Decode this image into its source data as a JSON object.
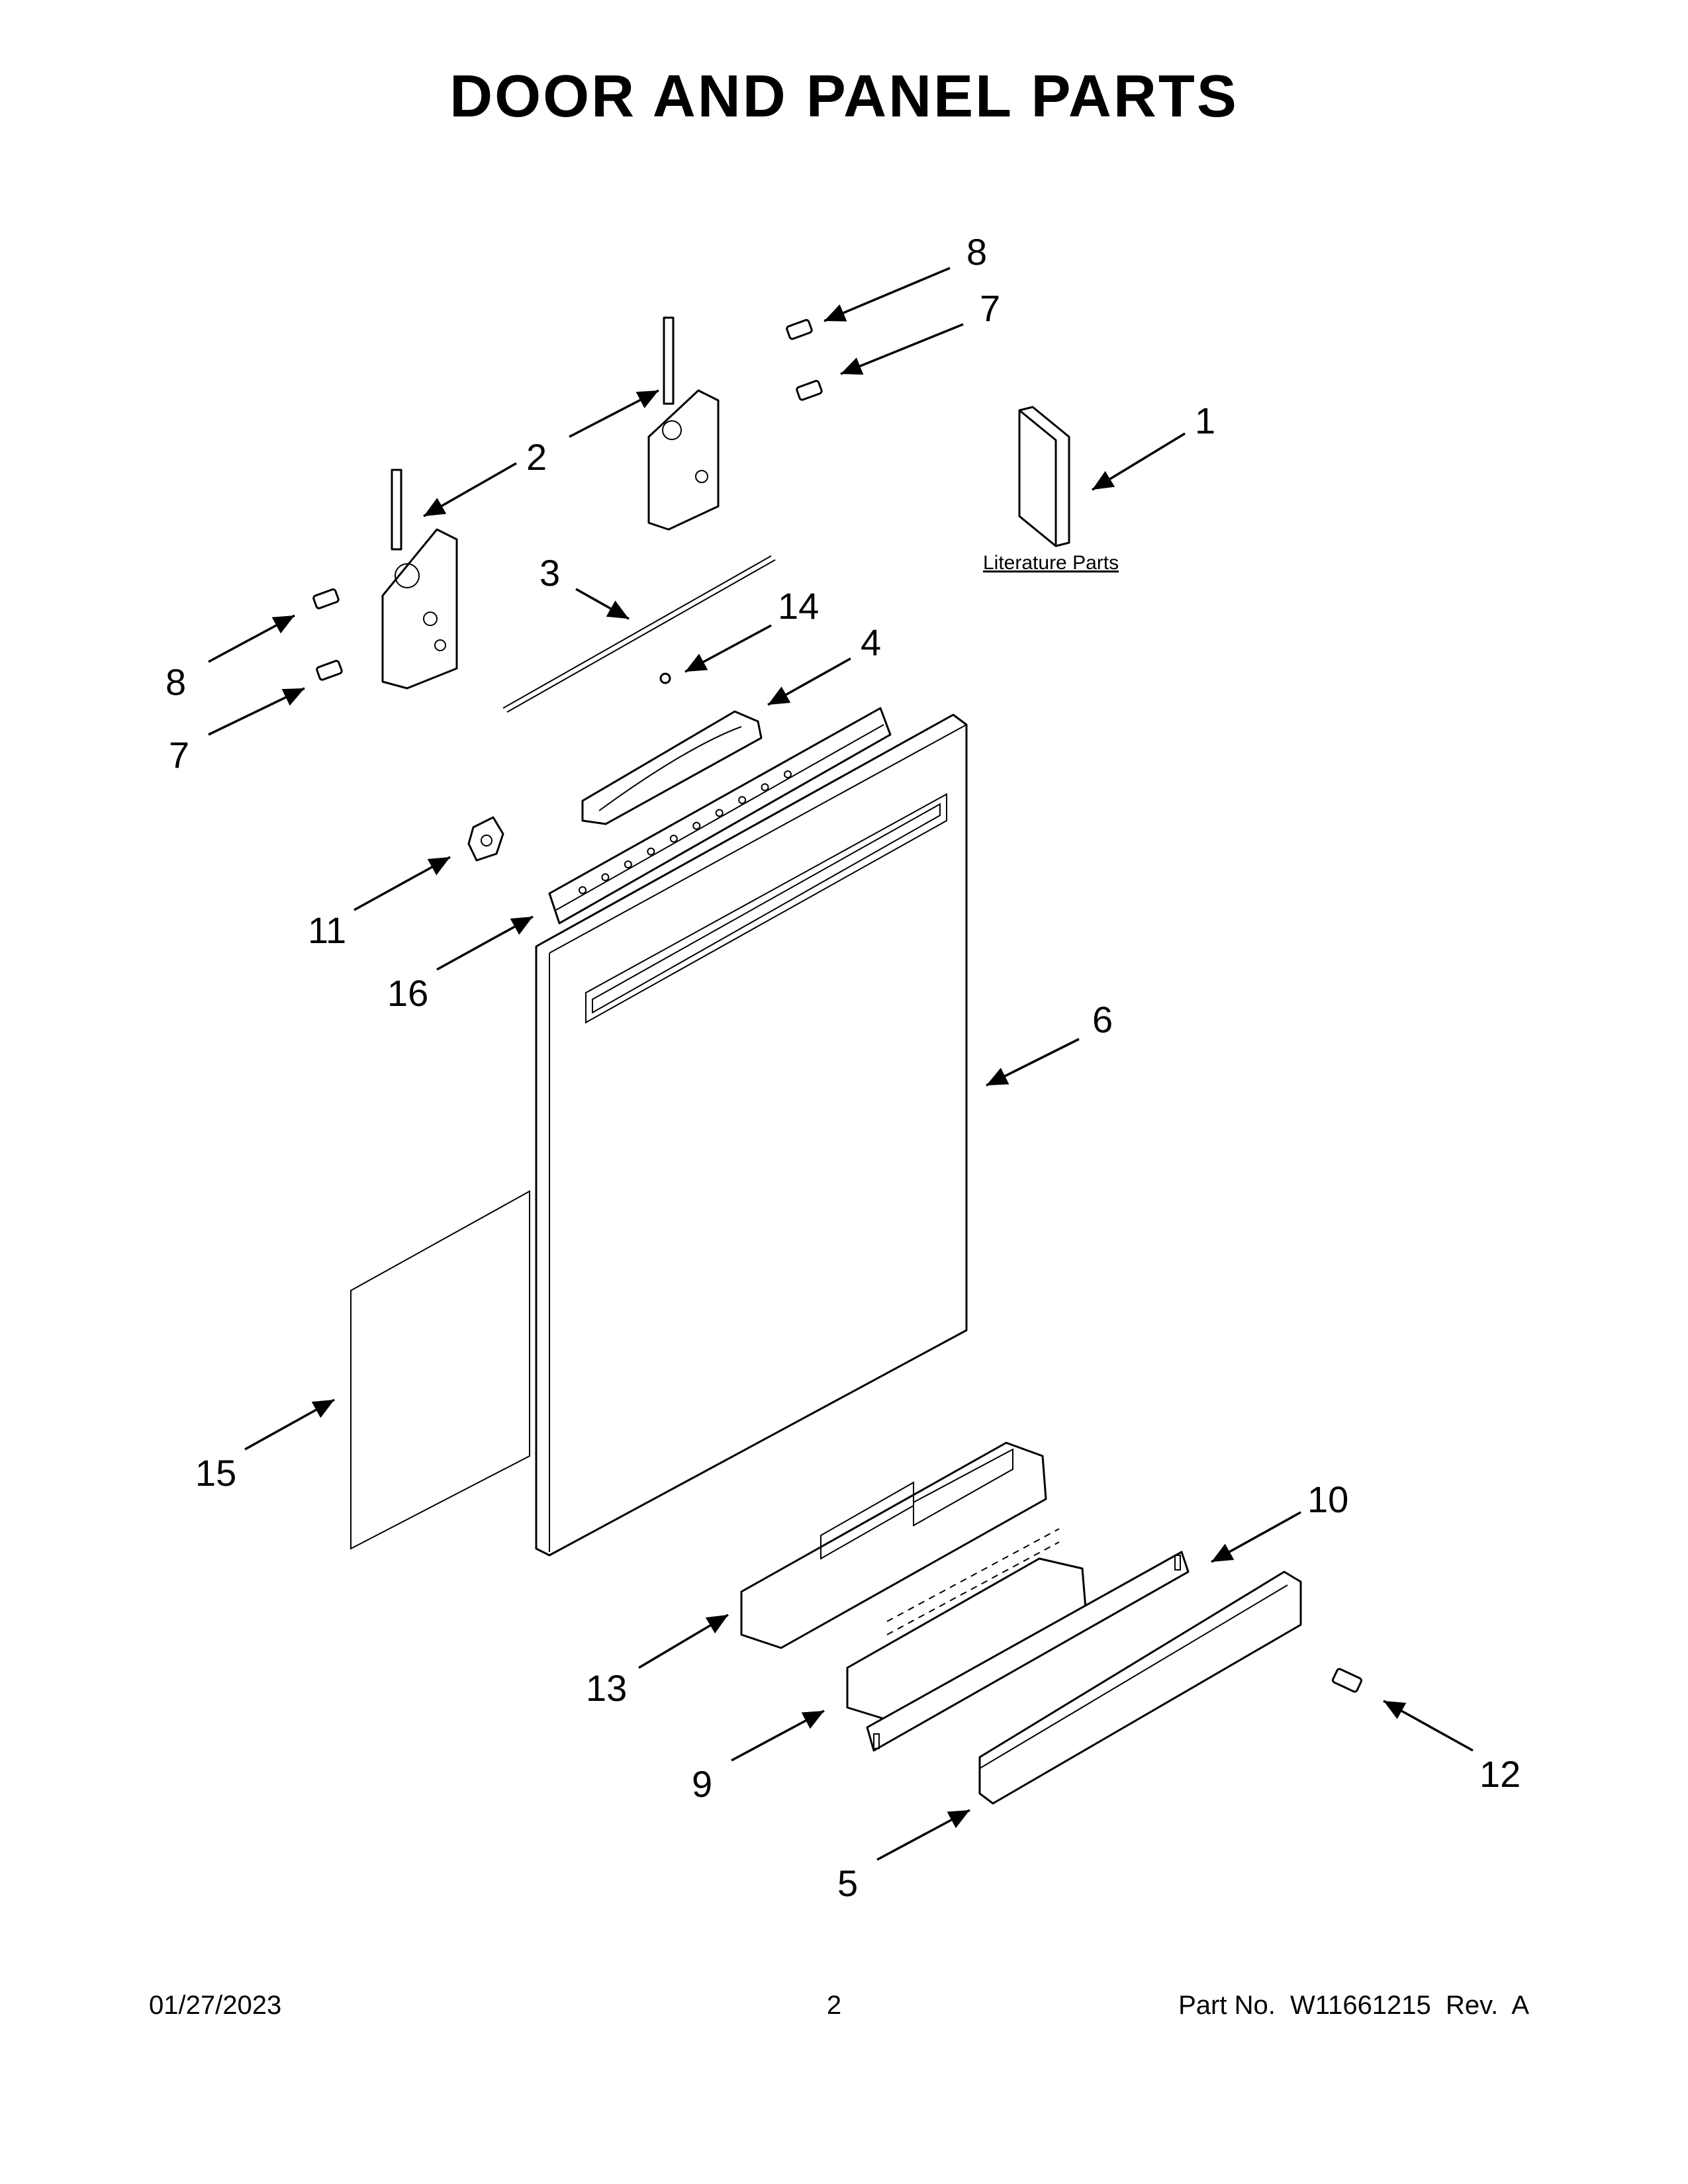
{
  "title": "DOOR AND PANEL PARTS",
  "literature_label": "Literature Parts",
  "callouts": [
    {
      "id": "c8a",
      "label": "8"
    },
    {
      "id": "c7a",
      "label": "7"
    },
    {
      "id": "c2",
      "label": "2"
    },
    {
      "id": "c1",
      "label": "1"
    },
    {
      "id": "c3",
      "label": "3"
    },
    {
      "id": "c14",
      "label": "14"
    },
    {
      "id": "c4",
      "label": "4"
    },
    {
      "id": "c8b",
      "label": "8"
    },
    {
      "id": "c7b",
      "label": "7"
    },
    {
      "id": "c11",
      "label": "11"
    },
    {
      "id": "c16",
      "label": "16"
    },
    {
      "id": "c6",
      "label": "6"
    },
    {
      "id": "c15",
      "label": "15"
    },
    {
      "id": "c10",
      "label": "10"
    },
    {
      "id": "c13",
      "label": "13"
    },
    {
      "id": "c12",
      "label": "12"
    },
    {
      "id": "c9",
      "label": "9"
    },
    {
      "id": "c5",
      "label": "5"
    }
  ],
  "footer": {
    "date": "01/27/2023",
    "page": "2",
    "part_no": "Part No.  W11661215  Rev.  A"
  }
}
